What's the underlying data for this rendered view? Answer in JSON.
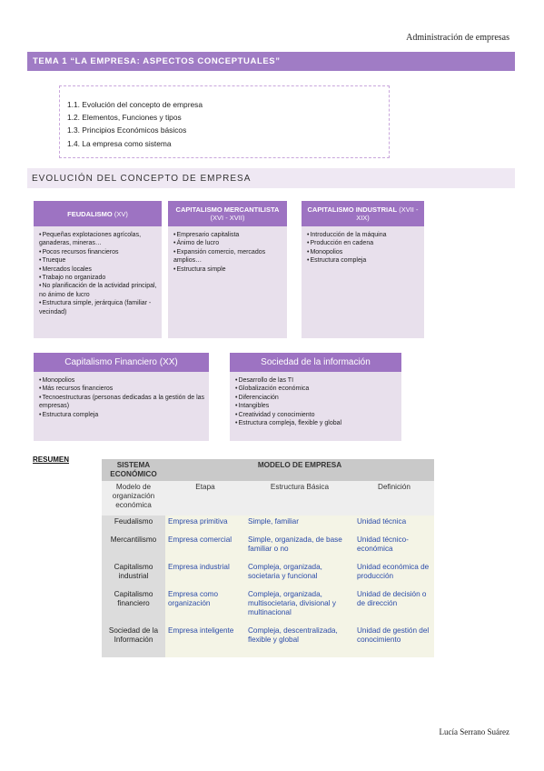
{
  "header": {
    "right_text": "Administración de empresas"
  },
  "tema_title": "TEMA 1 “LA EMPRESA: ASPECTOS CONCEPTUALES”",
  "toc": [
    "1.1. Evolución del concepto de empresa",
    "1.2. Elementos, Funciones y tipos",
    "1.3. Principios Económicos básicos",
    "1.4. La empresa como sistema"
  ],
  "section_title": "EVOLUCIÓN DEL CONCEPTO DE EMPRESA",
  "cards_top": [
    {
      "title": "FEUDALISMO",
      "period": " (XV)",
      "items": [
        "Pequeñas explotaciones agrícolas, ganaderas, mineras…",
        "Pocos recursos financieros",
        "Trueque",
        "Mercados locales",
        "Trabajo no organizado",
        "No planificación de la actividad principal, no ánimo de lucro",
        "Estructura simple, jerárquica (familiar - vecindad)"
      ]
    },
    {
      "title": "CAPITALISMO MERCANTILISTA",
      "period": " (XVI - XVII)",
      "items": [
        "Empresario capitalista",
        "Ánimo de lucro",
        "Expansión comercio, mercados amplios…",
        "Estructura simple"
      ]
    },
    {
      "title": "CAPITALISMO INDUSTRIAL",
      "period": " (XVII - XIX)",
      "items": [
        "Introducción de la máquina",
        "Producción en cadena",
        "Monopolios",
        "Estructura compleja"
      ]
    }
  ],
  "cards_bottom": [
    {
      "title": "Capitalismo Financiero (XX)",
      "items": [
        "Monopolios",
        "Más recursos financieros",
        "Tecnoestructuras (personas dedicadas a la gestión de las empresas)",
        "Estructura compleja"
      ]
    },
    {
      "title": "Sociedad de la información",
      "items": [
        "Desarrollo de las TI",
        "Globalización económica",
        "Diferenciación",
        "Intangibles",
        "Creatividad y conocimiento",
        "Estructura compleja, flexible y global"
      ]
    }
  ],
  "resumen_label": "RESUMEN",
  "table": {
    "corner_header": "SISTEMA ECONÓMICO",
    "group_header": "MODELO DE EMPRESA",
    "row_header_label": "Modelo de organización económica",
    "col_headers": [
      "Etapa",
      "Estructura Básica",
      "Definición"
    ],
    "rows": [
      {
        "label": "Feudalismo",
        "cells": [
          "Empresa primitiva",
          "Simple, familiar",
          "Unidad técnica"
        ]
      },
      {
        "label": "Mercantilismo",
        "cells": [
          "Empresa comercial",
          "Simple, organizada, de base familiar o no",
          "Unidad técnico-económica"
        ]
      },
      {
        "label": "Capitalismo industrial",
        "cells": [
          "Empresa industrial",
          "Compleja, organizada, societaria y funcional",
          "Unidad económica de producción"
        ]
      },
      {
        "label": "Capitalismo financiero",
        "cells": [
          "Empresa como organización",
          "Compleja, organizada, multisocietaria, divisional y multinacional",
          "Unidad de decisión o de dirección"
        ]
      },
      {
        "label": "Sociedad de la Información",
        "cells": [
          "Empresa inteligente",
          "Compleja, descentralizada, flexible y global",
          "Unidad de gestión del conocimiento"
        ]
      }
    ]
  },
  "footer": {
    "author": "Lucía Serrano Suárez"
  }
}
